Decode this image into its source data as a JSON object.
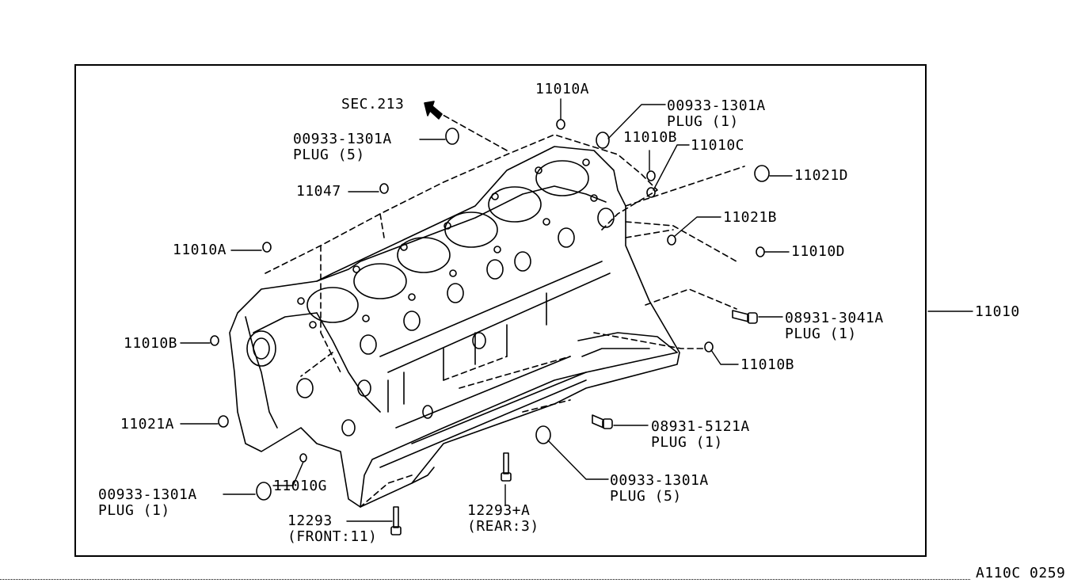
{
  "diagram_code": "A110C 0259",
  "callouts": [
    {
      "id": "c1",
      "part": "SEC.213"
    },
    {
      "id": "c2",
      "part": "11010A"
    },
    {
      "id": "c3",
      "part": "00933-1301A",
      "desc": "PLUG (1)"
    },
    {
      "id": "c4",
      "part": "00933-1301A",
      "desc": "PLUG (5)"
    },
    {
      "id": "c5",
      "part": "11010B"
    },
    {
      "id": "c6",
      "part": "11010C"
    },
    {
      "id": "c7",
      "part": "11021D"
    },
    {
      "id": "c8",
      "part": "11047"
    },
    {
      "id": "c9",
      "part": "11021B"
    },
    {
      "id": "c10",
      "part": "11010A"
    },
    {
      "id": "c11",
      "part": "11010D"
    },
    {
      "id": "c12",
      "part": "08931-3041A",
      "desc": "PLUG (1)"
    },
    {
      "id": "c13",
      "part": "11010"
    },
    {
      "id": "c14",
      "part": "11010B"
    },
    {
      "id": "c15",
      "part": "11010B"
    },
    {
      "id": "c16",
      "part": "08931-5121A",
      "desc": "PLUG (1)"
    },
    {
      "id": "c17",
      "part": "11021A"
    },
    {
      "id": "c18",
      "part": "00933-1301A",
      "desc": "PLUG (5)"
    },
    {
      "id": "c19",
      "part": "00933-1301A",
      "desc": "PLUG (1)"
    },
    {
      "id": "c20",
      "part": "11010G"
    },
    {
      "id": "c21",
      "part": "12293+A",
      "desc": "(REAR:3)"
    },
    {
      "id": "c22",
      "part": "12293",
      "desc": "(FRONT:11)"
    }
  ]
}
